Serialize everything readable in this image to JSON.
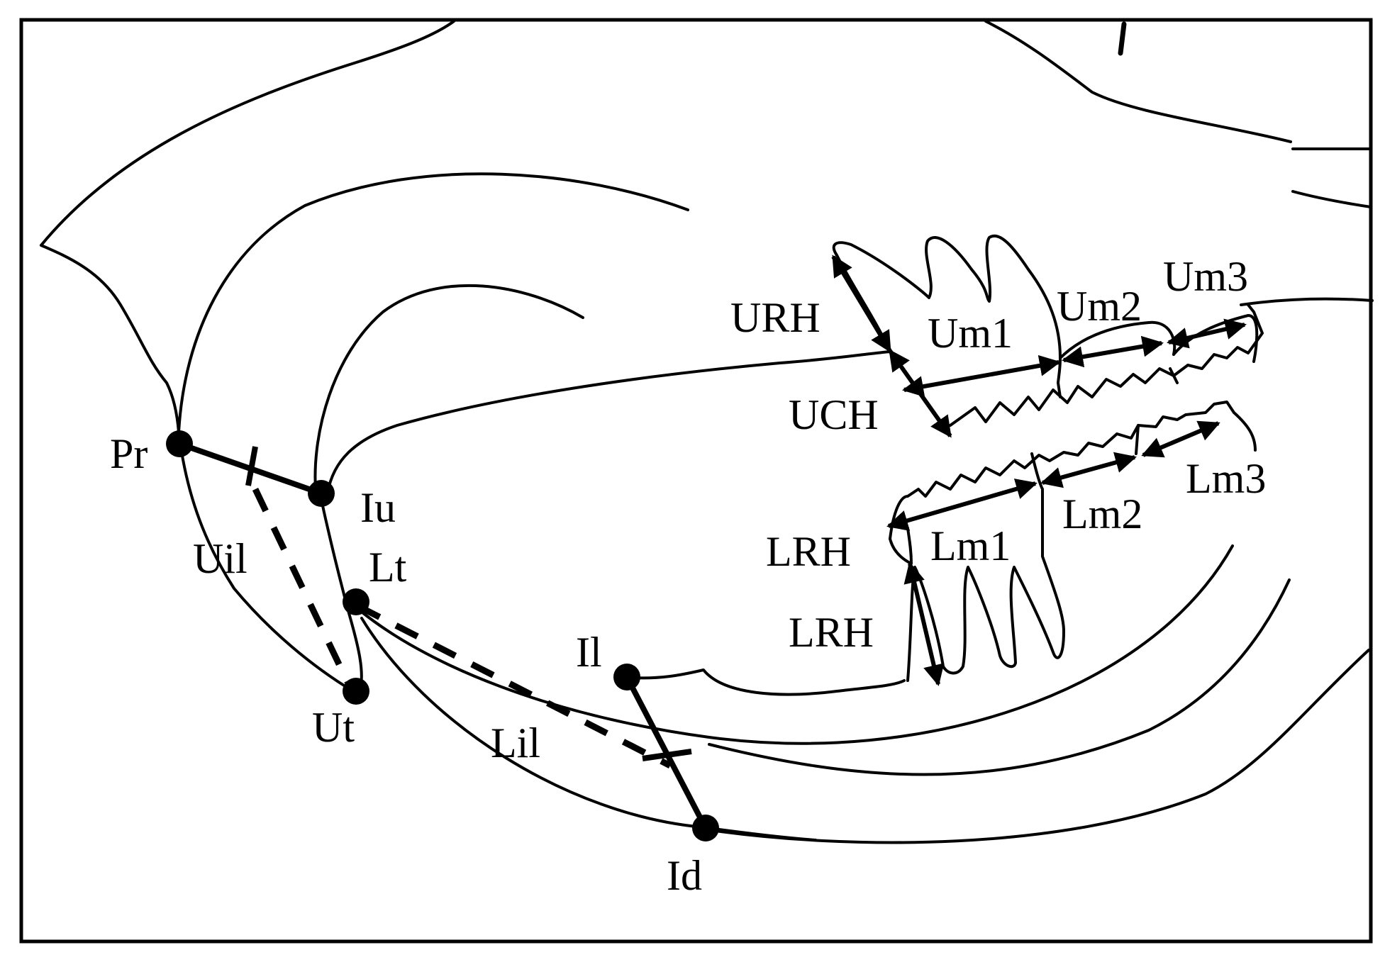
{
  "landmarks": {
    "pr": "Pr",
    "iu": "Iu",
    "lt": "Lt",
    "ut": "Ut",
    "il": "Il",
    "id": "Id"
  },
  "measurements": {
    "uil": "Uil",
    "lil": "Lil",
    "urh": "URH",
    "uch": "UCH",
    "um1": "Um1",
    "um2": "Um2",
    "um3": "Um3",
    "lrh_1": "LRH",
    "lrh_2": "LRH",
    "lm1": "Lm1",
    "lm2": "Lm2",
    "lm3": "Lm3"
  },
  "style": {
    "stroke_color": "#000000",
    "background_color": "#ffffff"
  }
}
